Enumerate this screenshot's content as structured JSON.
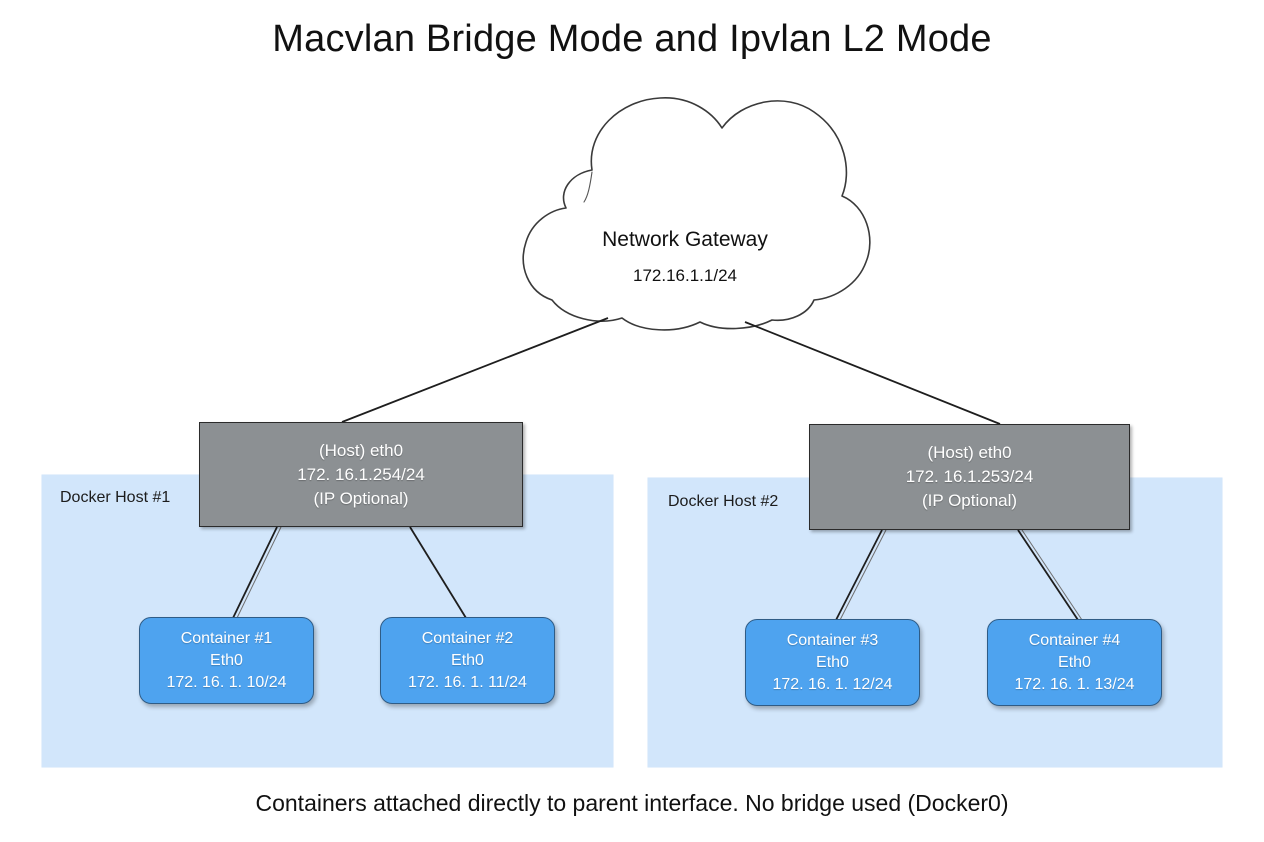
{
  "diagram": {
    "title": "Macvlan Bridge Mode and Ipvlan L2 Mode",
    "caption": "Containers attached directly to parent interface. No bridge used (Docker0)",
    "colors": {
      "host_panel_fill": "#d2e6fb",
      "nic_box_fill": "#8c9093",
      "container_fill": "#4ea3ef",
      "stroke": "#2b2b2b",
      "text_dark": "#111111",
      "text_light": "#ffffff"
    }
  },
  "cloud": {
    "name": "Network Gateway",
    "ip": "172.16.1.1/24"
  },
  "hosts": [
    {
      "panel_label": "Docker Host #1",
      "nic": {
        "interface": "(Host) eth0",
        "ip": "172. 16.1.254/24",
        "note": "(IP Optional)"
      },
      "containers": [
        {
          "name": "Container #1",
          "interface": "Eth0",
          "ip": "172. 16. 1. 10/24"
        },
        {
          "name": "Container #2",
          "interface": "Eth0",
          "ip": "172. 16. 1. 11/24"
        }
      ]
    },
    {
      "panel_label": "Docker Host #2",
      "nic": {
        "interface": "(Host) eth0",
        "ip": "172. 16.1.253/24",
        "note": "(IP Optional)"
      },
      "containers": [
        {
          "name": "Container #3",
          "interface": "Eth0",
          "ip": "172. 16. 1. 12/24"
        },
        {
          "name": "Container #4",
          "interface": "Eth0",
          "ip": "172. 16. 1. 13/24"
        }
      ]
    }
  ]
}
